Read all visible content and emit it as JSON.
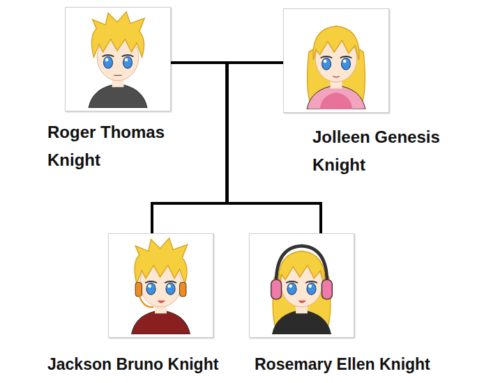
{
  "diagram": {
    "nodes": [
      {
        "text": [
          "Roger Thomas Knight"
        ]
      },
      {
        "text": [
          "Jolleen Genesis Knight"
        ]
      },
      {
        "text": [
          "Jackson Bruno Knight"
        ]
      },
      {
        "text": [
          "Rosemary Ellen Knight"
        ]
      }
    ],
    "edges": [
      {
        "from": 0,
        "to": 1,
        "arrow": "none"
      },
      {
        "from": 0,
        "to": 2,
        "arrow": "none"
      },
      {
        "from": 0,
        "to": 3,
        "arrow": "none"
      },
      {
        "from": 1,
        "to": 2,
        "arrow": "none"
      },
      {
        "from": 1,
        "to": 3,
        "arrow": "none"
      }
    ]
  }
}
